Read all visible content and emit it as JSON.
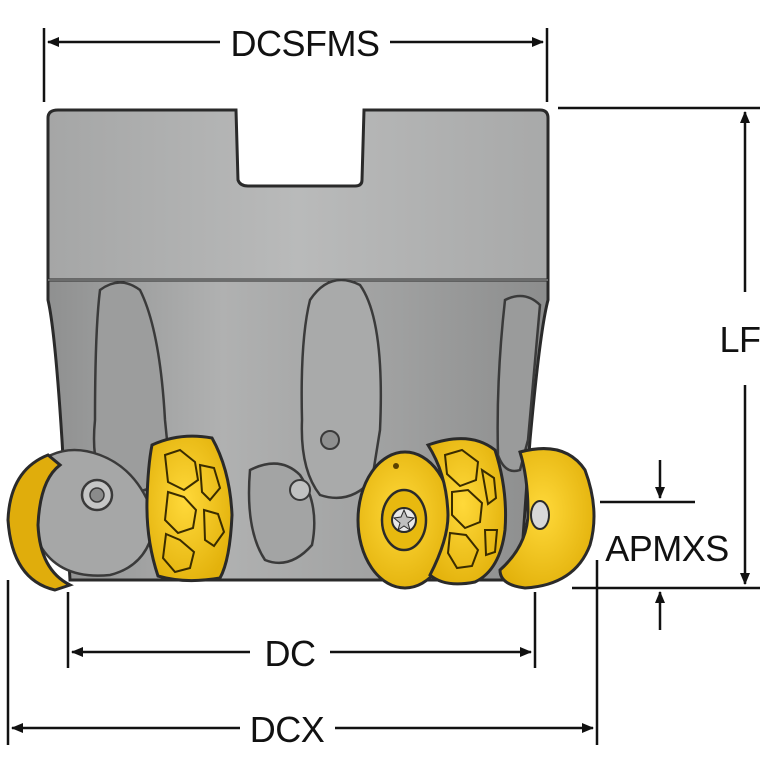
{
  "diagram": {
    "dimensions": {
      "dcsfms": "DCSFMS",
      "lf": "LF",
      "apmxs": "APMXS",
      "dc": "DC",
      "dcx": "DCX"
    },
    "colors": {
      "body_light": "#b7b8b8",
      "body_mid": "#a2a3a3",
      "body_dark": "#8a8b8b",
      "outline": "#2a2a2a",
      "insert_yellow": "#f2c418",
      "insert_dark": "#c99a0a",
      "dim_line": "#111111"
    }
  }
}
